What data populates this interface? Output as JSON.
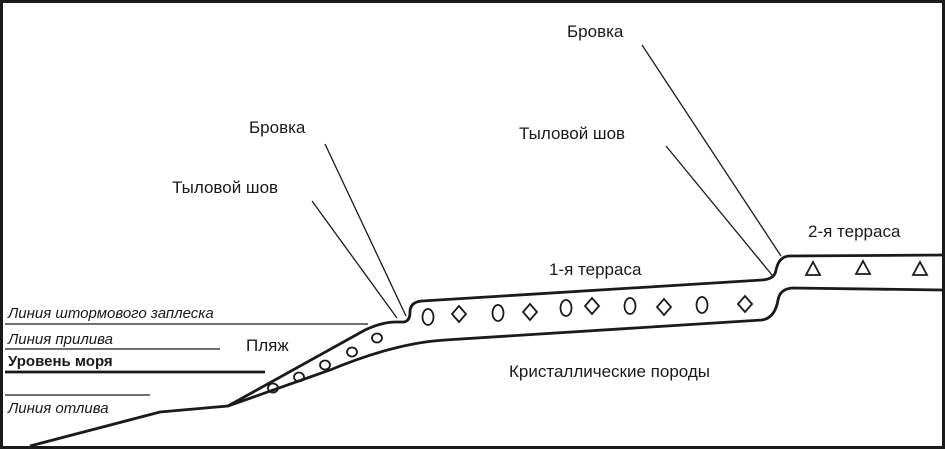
{
  "labels": {
    "brovka_1": "Бровка",
    "tylovoy_shov_1": "Тыловой шов",
    "brovka_2": "Бровка",
    "tylovoy_shov_2": "Тыловой шов",
    "terrace_1": "1-я терраса",
    "terrace_2": "2-я терраса",
    "beach": "Пляж",
    "bedrock": "Кристаллические породы"
  },
  "levels": {
    "storm_splash": "Линия штормового заплеска",
    "high_tide": "Линия прилива",
    "sea_level": "Уровень моря",
    "low_tide": "Линия отлива"
  }
}
